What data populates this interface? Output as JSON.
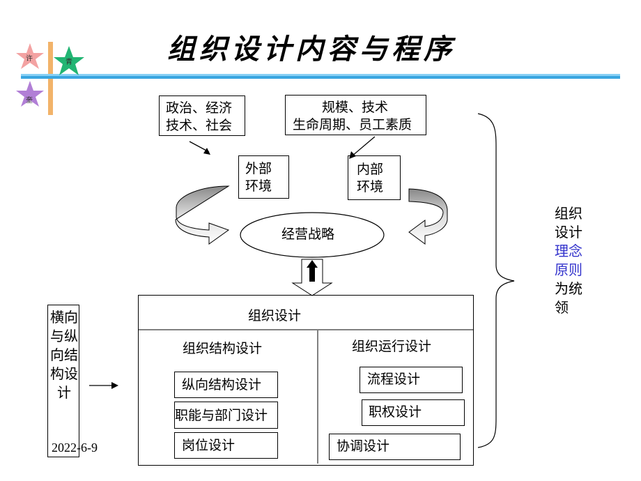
{
  "title": "组织设计内容与程序",
  "deco": {
    "star1": "许",
    "star2": "青",
    "star3": "奎"
  },
  "diagram": {
    "ext_factors": {
      "line1": "政治、经济",
      "line2": "技术、社会"
    },
    "int_factors": {
      "line1": "规模、技术",
      "line2": "生命周期、员工素质"
    },
    "external_env": {
      "line1": "外部",
      "line2": "环境"
    },
    "internal_env": {
      "line1": "内部",
      "line2": "环境"
    },
    "strategy": "经营战略",
    "org_design": "组织设计",
    "structure_design": "组织结构设计",
    "operation_design": "组织运行设计",
    "structure_items": [
      "纵向结构设计",
      "职能与部门设计",
      "岗位设计"
    ],
    "operation_items": [
      "流程设计",
      "职权设计",
      "协调设计"
    ],
    "left_label": "横向与纵向结构设计",
    "right_note": {
      "l1": "组织",
      "l2": "设计",
      "l3": "理念",
      "l4": "原则",
      "l5": "为统",
      "l6": "领"
    }
  },
  "date": "2022-6-9"
}
